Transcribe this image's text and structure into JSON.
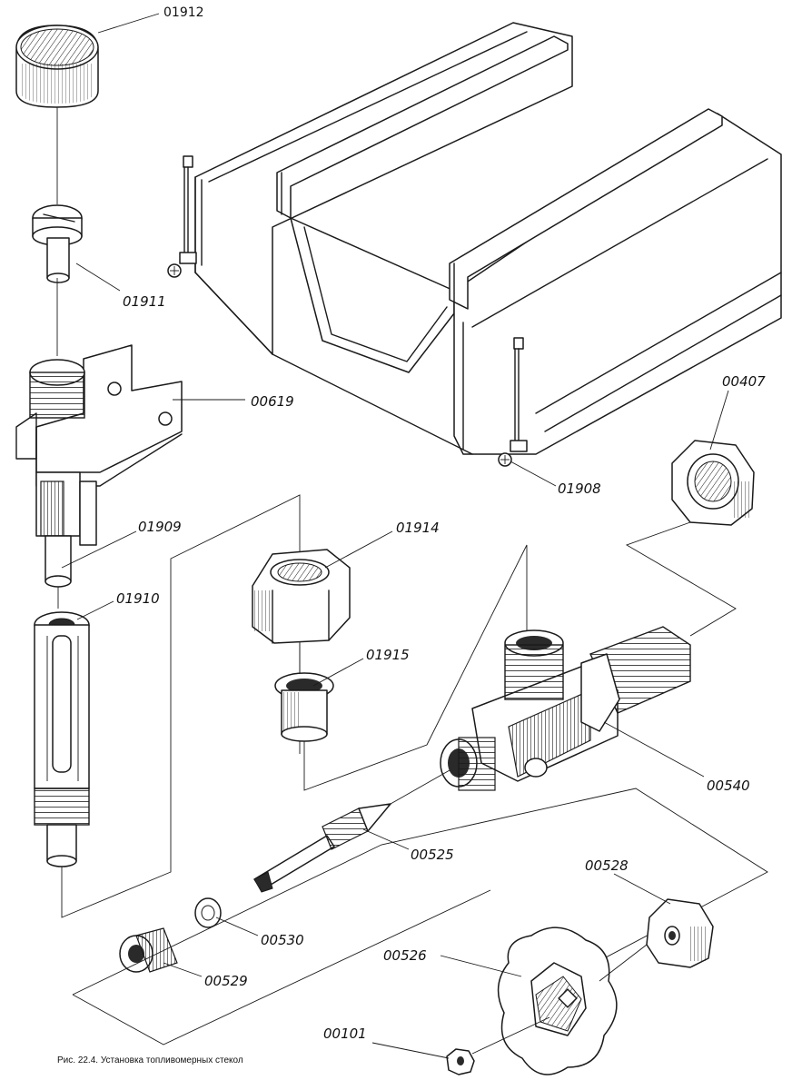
{
  "figure": {
    "caption": "Рис. 22.4. Установка топливомерных стекол"
  },
  "labels": {
    "p01912": "01912",
    "p01911": "01911",
    "p00619": "00619",
    "p01909": "01909",
    "p01910": "01910",
    "p01914": "01914",
    "p01915": "01915",
    "p01908": "01908",
    "p00407": "00407",
    "p00540": "00540",
    "p00525": "00525",
    "p00530": "00530",
    "p00529": "00529",
    "p00528": "00528",
    "p00526": "00526",
    "p00101": "00101"
  }
}
